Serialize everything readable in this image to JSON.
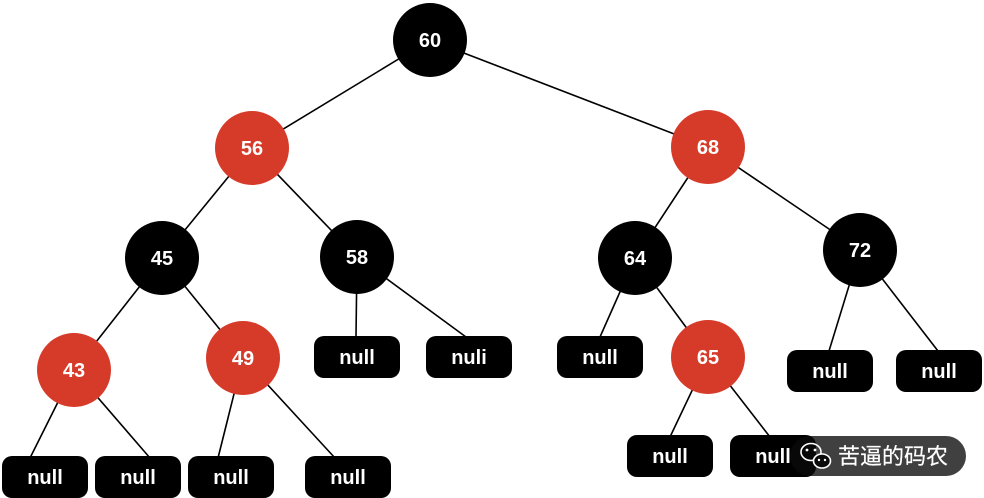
{
  "tree": {
    "nodes": [
      {
        "id": "n60",
        "label": "60",
        "color": "black"
      },
      {
        "id": "n56",
        "label": "56",
        "color": "red"
      },
      {
        "id": "n68",
        "label": "68",
        "color": "red"
      },
      {
        "id": "n45",
        "label": "45",
        "color": "black"
      },
      {
        "id": "n58",
        "label": "58",
        "color": "black"
      },
      {
        "id": "n64",
        "label": "64",
        "color": "black"
      },
      {
        "id": "n72",
        "label": "72",
        "color": "black"
      },
      {
        "id": "n43",
        "label": "43",
        "color": "red"
      },
      {
        "id": "n49",
        "label": "49",
        "color": "red"
      },
      {
        "id": "n65",
        "label": "65",
        "color": "red"
      }
    ],
    "null_label": "null",
    "null_alt_label": "nuli"
  },
  "colors": {
    "red_node": "#d63b2a",
    "black_node": "#000000",
    "edge": "#000000",
    "text": "#ffffff",
    "background": "#ffffff",
    "watermark_badge": "#0a0a0a"
  },
  "watermark": {
    "text": "苦逼的码农",
    "icon": "wechat-icon"
  }
}
